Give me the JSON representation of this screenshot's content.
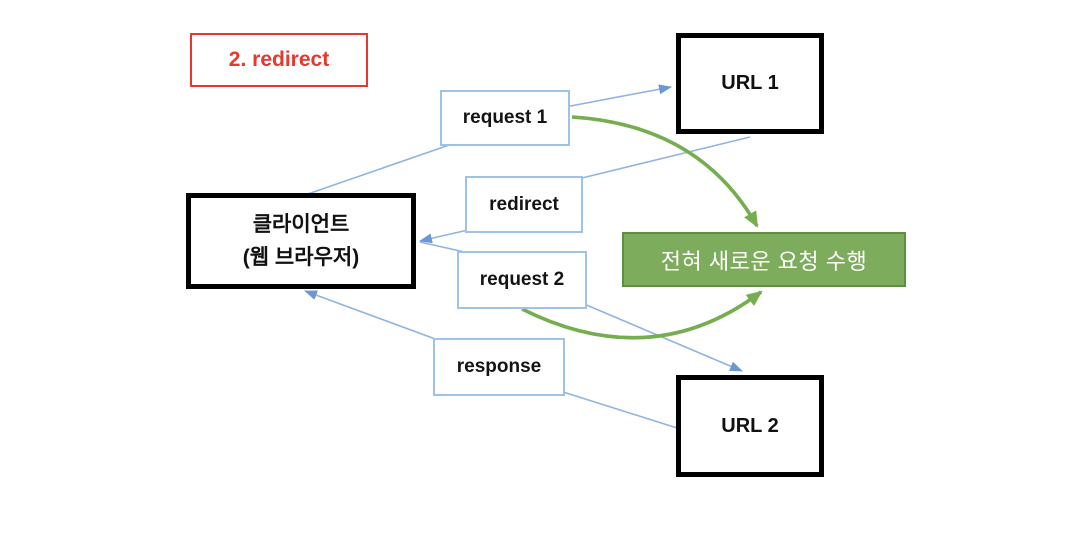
{
  "diagram": {
    "badge": {
      "label": "2. redirect"
    },
    "nodes": {
      "request1": {
        "label": "request 1"
      },
      "url1": {
        "label": "URL 1"
      },
      "redirect": {
        "label": "redirect"
      },
      "client": {
        "line1": "클라이언트",
        "line2": "(웹 브라우저)"
      },
      "request2": {
        "label": "request 2"
      },
      "new_request": {
        "label": "전혀 새로운 요청 수행"
      },
      "response": {
        "label": "response"
      },
      "url2": {
        "label": "URL 2"
      }
    },
    "edges": [
      {
        "from": "클라이언트 (웹 브라우저)",
        "via": "request 1",
        "to": "URL 1",
        "color": "blue"
      },
      {
        "from": "URL 1",
        "via": "redirect",
        "to": "클라이언트 (웹 브라우저)",
        "color": "blue"
      },
      {
        "from": "클라이언트 (웹 브라우저)",
        "via": "request 2",
        "to": "URL 2",
        "color": "blue"
      },
      {
        "from": "URL 2",
        "via": "response",
        "to": "클라이언트 (웹 브라우저)",
        "color": "blue"
      },
      {
        "from": "request 1",
        "to": "전혀 새로운 요청 수행",
        "color": "green"
      },
      {
        "from": "request 2",
        "to": "전혀 새로운 요청 수행",
        "color": "green"
      }
    ],
    "colors": {
      "red_accent": "#e6382c",
      "blue_box_border": "#9dc3e6",
      "blue_line": "#8fb3e2",
      "blue_arrowhead": "#6b98d3",
      "green_line": "#76ad50",
      "green_fill": "#7cac5c",
      "green_border": "#5e8e3e",
      "black_box_border": "#000000",
      "white_text": "#ffffff"
    }
  }
}
